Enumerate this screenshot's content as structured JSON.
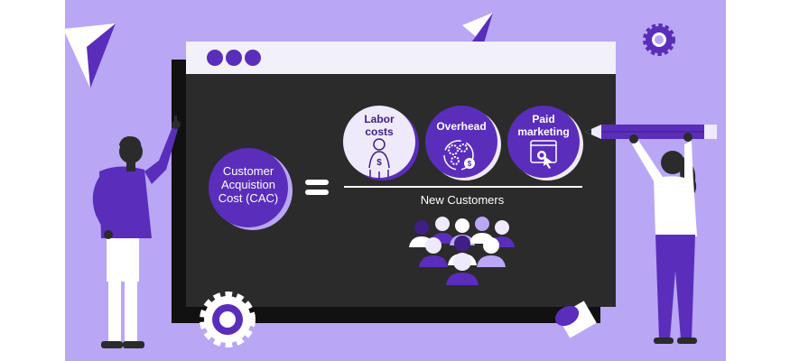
{
  "formula": {
    "result_label": "Customer Acquistion Cost (CAC)",
    "result_lines": [
      "Customer",
      "Acquistion",
      "Cost (CAC)"
    ],
    "numerator": [
      {
        "name": "labor",
        "lines": [
          "Labor",
          "costs"
        ],
        "icon": "worker-money-icon"
      },
      {
        "name": "overhead",
        "lines": [
          "Overhead"
        ],
        "icon": "gears-cycle-money-icon"
      },
      {
        "name": "marketing",
        "lines": [
          "Paid",
          "marketing"
        ],
        "icon": "browser-click-icon"
      }
    ],
    "denominator": "New Customers",
    "denominator_icon": "people-group-icon",
    "operator": "="
  },
  "colors": {
    "background": "#b9a6f5",
    "board": "#2b2b2b",
    "board_shadow": "#111111",
    "browser_bar": "#f2f0f8",
    "accent": "#5a2dbb",
    "accent_dark": "#3f1e86",
    "bubble_light": "#efeafb"
  }
}
